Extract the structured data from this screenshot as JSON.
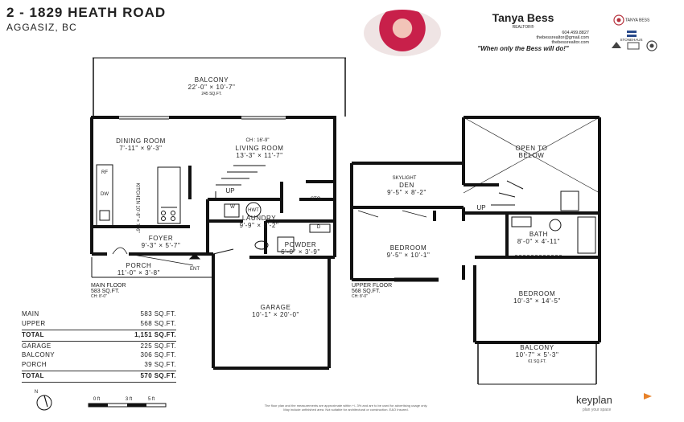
{
  "header": {
    "address_line1": "2 - 1829 HEATH ROAD",
    "address_line2": "AGGASIZ, BC"
  },
  "agent": {
    "name": "Tanya Bess",
    "role": "REALTOR®",
    "phone": "604.499.8827",
    "email": "thebessrealtor@gmail.com",
    "website": "thebessrealtor.com",
    "slogan": "\"When only the Bess will do!\""
  },
  "brands": {
    "logo1": "TANYA BESS",
    "logo2": "STONEHAUS"
  },
  "main_floor": {
    "rooms": {
      "balcony": {
        "name": "BALCONY",
        "size": "22'-0\" × 10'-7\"",
        "area": "245 SQ.FT."
      },
      "dining": {
        "name": "DINING ROOM",
        "size": "7'-11\" × 9'-3\""
      },
      "ceiling": "CH : 16'-9\"",
      "living": {
        "name": "LIVING ROOM",
        "size": "13'-3\" × 11'-7\""
      },
      "kitchen": {
        "name": "KITCHEN",
        "size": "10'-8\" × 7'-6\""
      },
      "up": "UP",
      "storage": "STO.",
      "hwt": "HWT",
      "w": "W",
      "d": "D",
      "rf": "RF",
      "dw": "DW",
      "laundry": {
        "name": "LAUNDRY",
        "size": "9'-9\" × 6'-2\""
      },
      "foyer": {
        "name": "FOYER",
        "size": "9'-3\" × 5'-7\""
      },
      "powder": {
        "name": "POWDER",
        "size": "6'-0\" × 3'-9\""
      },
      "porch": {
        "name": "PORCH",
        "size": "11'-0\" × 3'-8\""
      },
      "ent": "ENT",
      "garage": {
        "name": "GARAGE",
        "size": "10'-1\" × 20'-0\""
      }
    },
    "label": "MAIN FLOOR",
    "area": "583 SQ.FT.",
    "ch": "CH: 8'-0\""
  },
  "upper_floor": {
    "rooms": {
      "open": {
        "line1": "OPEN TO",
        "line2": "BELOW"
      },
      "skylight": "SKYLIGHT",
      "den": {
        "name": "DEN",
        "size": "9'-5\" × 8'-2\""
      },
      "up": "UP",
      "bath": {
        "name": "BATH",
        "size": "8'-0\" × 4'-11\""
      },
      "bedroom1": {
        "name": "BEDROOM",
        "size": "9'-5\" × 10'-1\""
      },
      "bedroom2": {
        "name": "BEDROOM",
        "size": "10'-3\" × 14'-5\""
      },
      "balcony": {
        "name": "BALCONY",
        "size": "10'-7\" × 5'-3\"",
        "area": "61 SQ.FT."
      }
    },
    "label": "UPPER FLOOR",
    "area": "568 SQ.FT.",
    "ch": "CH: 8'-0\""
  },
  "area_table": {
    "rows1": [
      {
        "label": "MAIN",
        "value": "583 SQ.FT."
      },
      {
        "label": "UPPER",
        "value": "568 SQ.FT."
      }
    ],
    "total1": {
      "label": "TOTAL",
      "value": "1,151 SQ.FT."
    },
    "rows2": [
      {
        "label": "GARAGE",
        "value": "225 SQ.FT."
      },
      {
        "label": "BALCONY",
        "value": "306 SQ.FT."
      },
      {
        "label": "PORCH",
        "value": "39 SQ.FT."
      }
    ],
    "total2": {
      "label": "TOTAL",
      "value": "570 SQ.FT."
    }
  },
  "scale": {
    "north": "N",
    "zero": "0 ft",
    "three": "3 ft",
    "five": "5 ft"
  },
  "footer": {
    "disclaimer1": "The floor plan and the measurements are approximate within +/- 3% and are to be used for advertising usage only.",
    "disclaimer2": "May include unfinished area. Not suitable for architectural or construction. E&O Insured.",
    "brand": "keyplan",
    "tagline": "plan your space"
  }
}
